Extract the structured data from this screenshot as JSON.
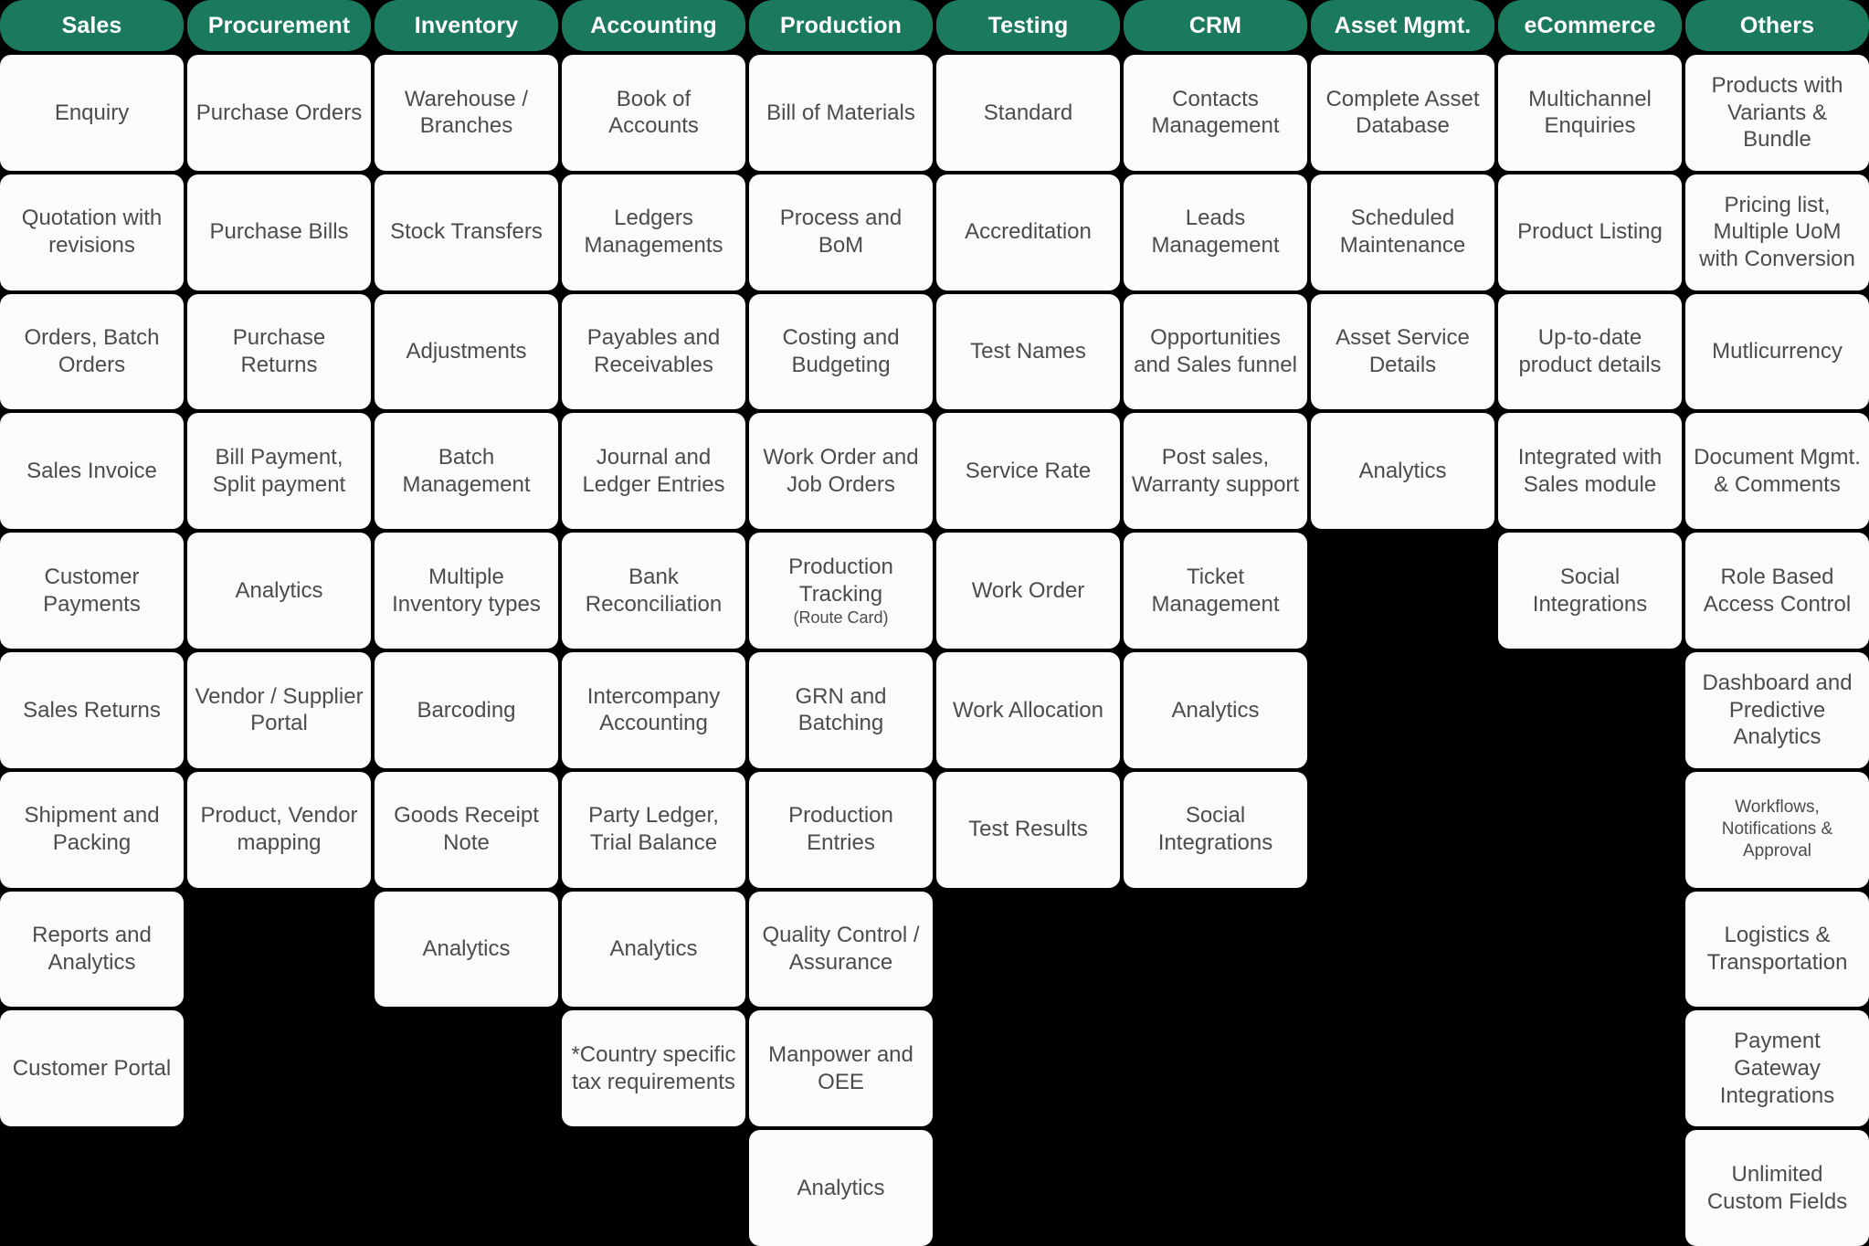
{
  "theme": {
    "background": "#000000",
    "header_fill": "#1B7A5E",
    "header_text": "#FFFFFF",
    "card_fill": "#FBFBFB",
    "card_text": "#4C4C4C"
  },
  "columns": [
    {
      "header": "Sales",
      "items": [
        {
          "label": "Enquiry"
        },
        {
          "label": "Quotation with revisions"
        },
        {
          "label": "Orders, Batch Orders"
        },
        {
          "label": "Sales Invoice"
        },
        {
          "label": "Customer Payments"
        },
        {
          "label": "Sales Returns"
        },
        {
          "label": "Shipment and Packing"
        },
        {
          "label": "Reports and Analytics"
        },
        {
          "label": "Customer Portal"
        }
      ]
    },
    {
      "header": "Procurement",
      "items": [
        {
          "label": "Purchase Orders"
        },
        {
          "label": "Purchase Bills"
        },
        {
          "label": "Purchase Returns"
        },
        {
          "label": "Bill Payment, Split payment"
        },
        {
          "label": "Analytics"
        },
        {
          "label": "Vendor / Supplier Portal"
        },
        {
          "label": "Product, Vendor mapping"
        }
      ]
    },
    {
      "header": "Inventory",
      "items": [
        {
          "label": "Warehouse / Branches"
        },
        {
          "label": "Stock Transfers"
        },
        {
          "label": "Adjustments"
        },
        {
          "label": "Batch Management"
        },
        {
          "label": "Multiple Inventory types"
        },
        {
          "label": "Barcoding"
        },
        {
          "label": "Goods Receipt Note"
        },
        {
          "label": "Analytics"
        }
      ]
    },
    {
      "header": "Accounting",
      "items": [
        {
          "label": "Book of Accounts"
        },
        {
          "label": "Ledgers Managements"
        },
        {
          "label": "Payables and Receivables"
        },
        {
          "label": "Journal and Ledger Entries"
        },
        {
          "label": "Bank Reconciliation"
        },
        {
          "label": "Intercompany Accounting"
        },
        {
          "label": "Party Ledger, Trial Balance"
        },
        {
          "label": "Analytics"
        },
        {
          "label": "*Country specific tax requirements"
        }
      ]
    },
    {
      "header": "Production",
      "items": [
        {
          "label": "Bill of Materials"
        },
        {
          "label": "Process and BoM"
        },
        {
          "label": "Costing and Budgeting"
        },
        {
          "label": "Work Order and Job Orders"
        },
        {
          "label": "Production Tracking",
          "sub": "(Route Card)"
        },
        {
          "label": "GRN and Batching"
        },
        {
          "label": "Production Entries"
        },
        {
          "label": "Quality Control / Assurance"
        },
        {
          "label": "Manpower and OEE"
        },
        {
          "label": "Analytics"
        }
      ]
    },
    {
      "header": "Testing",
      "items": [
        {
          "label": "Standard"
        },
        {
          "label": "Accreditation"
        },
        {
          "label": "Test Names"
        },
        {
          "label": "Service Rate"
        },
        {
          "label": "Work Order"
        },
        {
          "label": "Work Allocation"
        },
        {
          "label": "Test Results"
        }
      ]
    },
    {
      "header": "CRM",
      "items": [
        {
          "label": "Contacts Management"
        },
        {
          "label": "Leads Management"
        },
        {
          "label": "Opportunities and Sales funnel"
        },
        {
          "label": "Post sales, Warranty support"
        },
        {
          "label": "Ticket Management"
        },
        {
          "label": "Analytics"
        },
        {
          "label": "Social Integrations"
        }
      ]
    },
    {
      "header": "Asset Mgmt.",
      "items": [
        {
          "label": "Complete Asset Database"
        },
        {
          "label": "Scheduled Maintenance"
        },
        {
          "label": "Asset Service Details"
        },
        {
          "label": "Analytics"
        }
      ]
    },
    {
      "header": "eCommerce",
      "items": [
        {
          "label": "Multichannel Enquiries"
        },
        {
          "label": "Product Listing"
        },
        {
          "label": "Up-to-date product details"
        },
        {
          "label": "Integrated with Sales module"
        },
        {
          "label": "Social Integrations"
        }
      ]
    },
    {
      "header": "Others",
      "items": [
        {
          "label": "Products with Variants & Bundle"
        },
        {
          "label": "Pricing list, Multiple UoM with Conversion"
        },
        {
          "label": "Mutlicurrency"
        },
        {
          "label": "Document Mgmt. & Comments"
        },
        {
          "label": "Role Based Access Control"
        },
        {
          "label": "Dashboard and Predictive Analytics"
        },
        {
          "label": "Workflows, Notifications & Approval",
          "small": true
        },
        {
          "label": "Logistics & Transportation"
        },
        {
          "label": "Payment Gateway Integrations"
        },
        {
          "label": "Unlimited Custom Fields"
        }
      ]
    }
  ],
  "layout": {
    "grid_columns": 13,
    "grid_rows": 10,
    "column_spans": [
      1,
      1,
      1,
      1,
      1,
      1,
      1,
      1,
      1,
      1
    ],
    "note": "13 visual column tracks; header pills span wider for long titles"
  }
}
